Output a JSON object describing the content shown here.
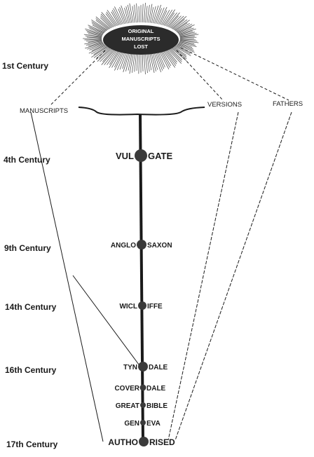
{
  "origin": {
    "lines": [
      "ORIGINAL",
      "MANUSCRIPTS",
      "LOST"
    ]
  },
  "centuries": {
    "c1": "1st Century",
    "c4": "4th Century",
    "c9": "9th Century",
    "c14": "14th Century",
    "c16": "16th Century",
    "c17": "17th Century"
  },
  "sources": {
    "manuscripts": "MANUSCRIPTS",
    "versions": "VERSIONS",
    "fathers": "FATHERS"
  },
  "versions": {
    "vulgate": {
      "left": "VUL",
      "right": "GATE"
    },
    "anglo": {
      "left": "ANGLO",
      "right": "SAXON"
    },
    "wicliffe": {
      "left": "WICL",
      "right": "IFFE"
    },
    "tyndale": {
      "left": "TYN",
      "right": "DALE"
    },
    "coverdale": {
      "left": "COVER",
      "right": "DALE"
    },
    "great": {
      "left": "GREAT",
      "right": "BIBLE"
    },
    "geneva": {
      "left": "GEN",
      "right": "EVA"
    },
    "authorised": {
      "left": "AUTHO",
      "right": "RISED"
    }
  },
  "colors": {
    "ink": "#1a1a1a",
    "node": "#3a3a3a",
    "background": "#ffffff"
  }
}
